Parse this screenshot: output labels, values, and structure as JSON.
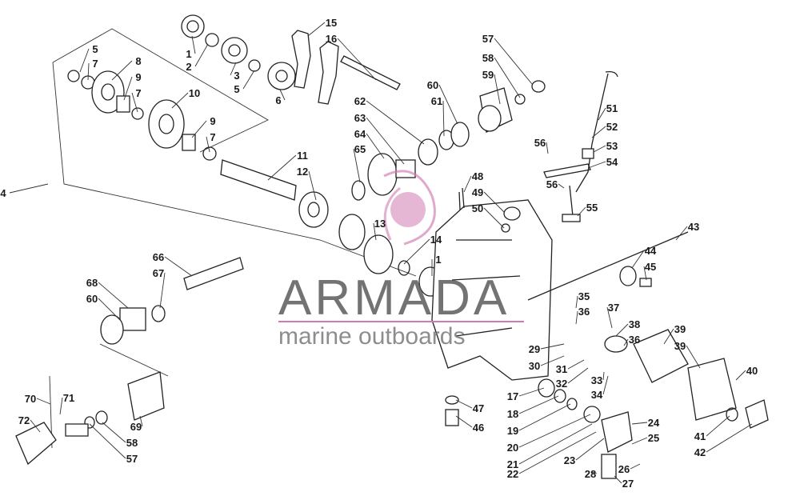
{
  "watermark": {
    "brand": "ARMADA",
    "tagline": "marine outboards",
    "accent_color": "#d07bb0"
  },
  "callouts": [
    "1",
    "2",
    "3",
    "4",
    "5",
    "6",
    "7",
    "8",
    "9",
    "10",
    "11",
    "12",
    "13",
    "14",
    "15",
    "16",
    "17",
    "18",
    "19",
    "20",
    "21",
    "22",
    "23",
    "24",
    "25",
    "26",
    "27",
    "28",
    "29",
    "30",
    "31",
    "32",
    "33",
    "34",
    "35",
    "36",
    "37",
    "38",
    "39",
    "40",
    "41",
    "42",
    "43",
    "44",
    "45",
    "46",
    "47",
    "48",
    "49",
    "50",
    "51",
    "52",
    "53",
    "54",
    "55",
    "56",
    "57",
    "58",
    "59",
    "60",
    "61",
    "62",
    "63",
    "64",
    "65",
    "66",
    "67",
    "68",
    "69",
    "70",
    "71",
    "72"
  ]
}
